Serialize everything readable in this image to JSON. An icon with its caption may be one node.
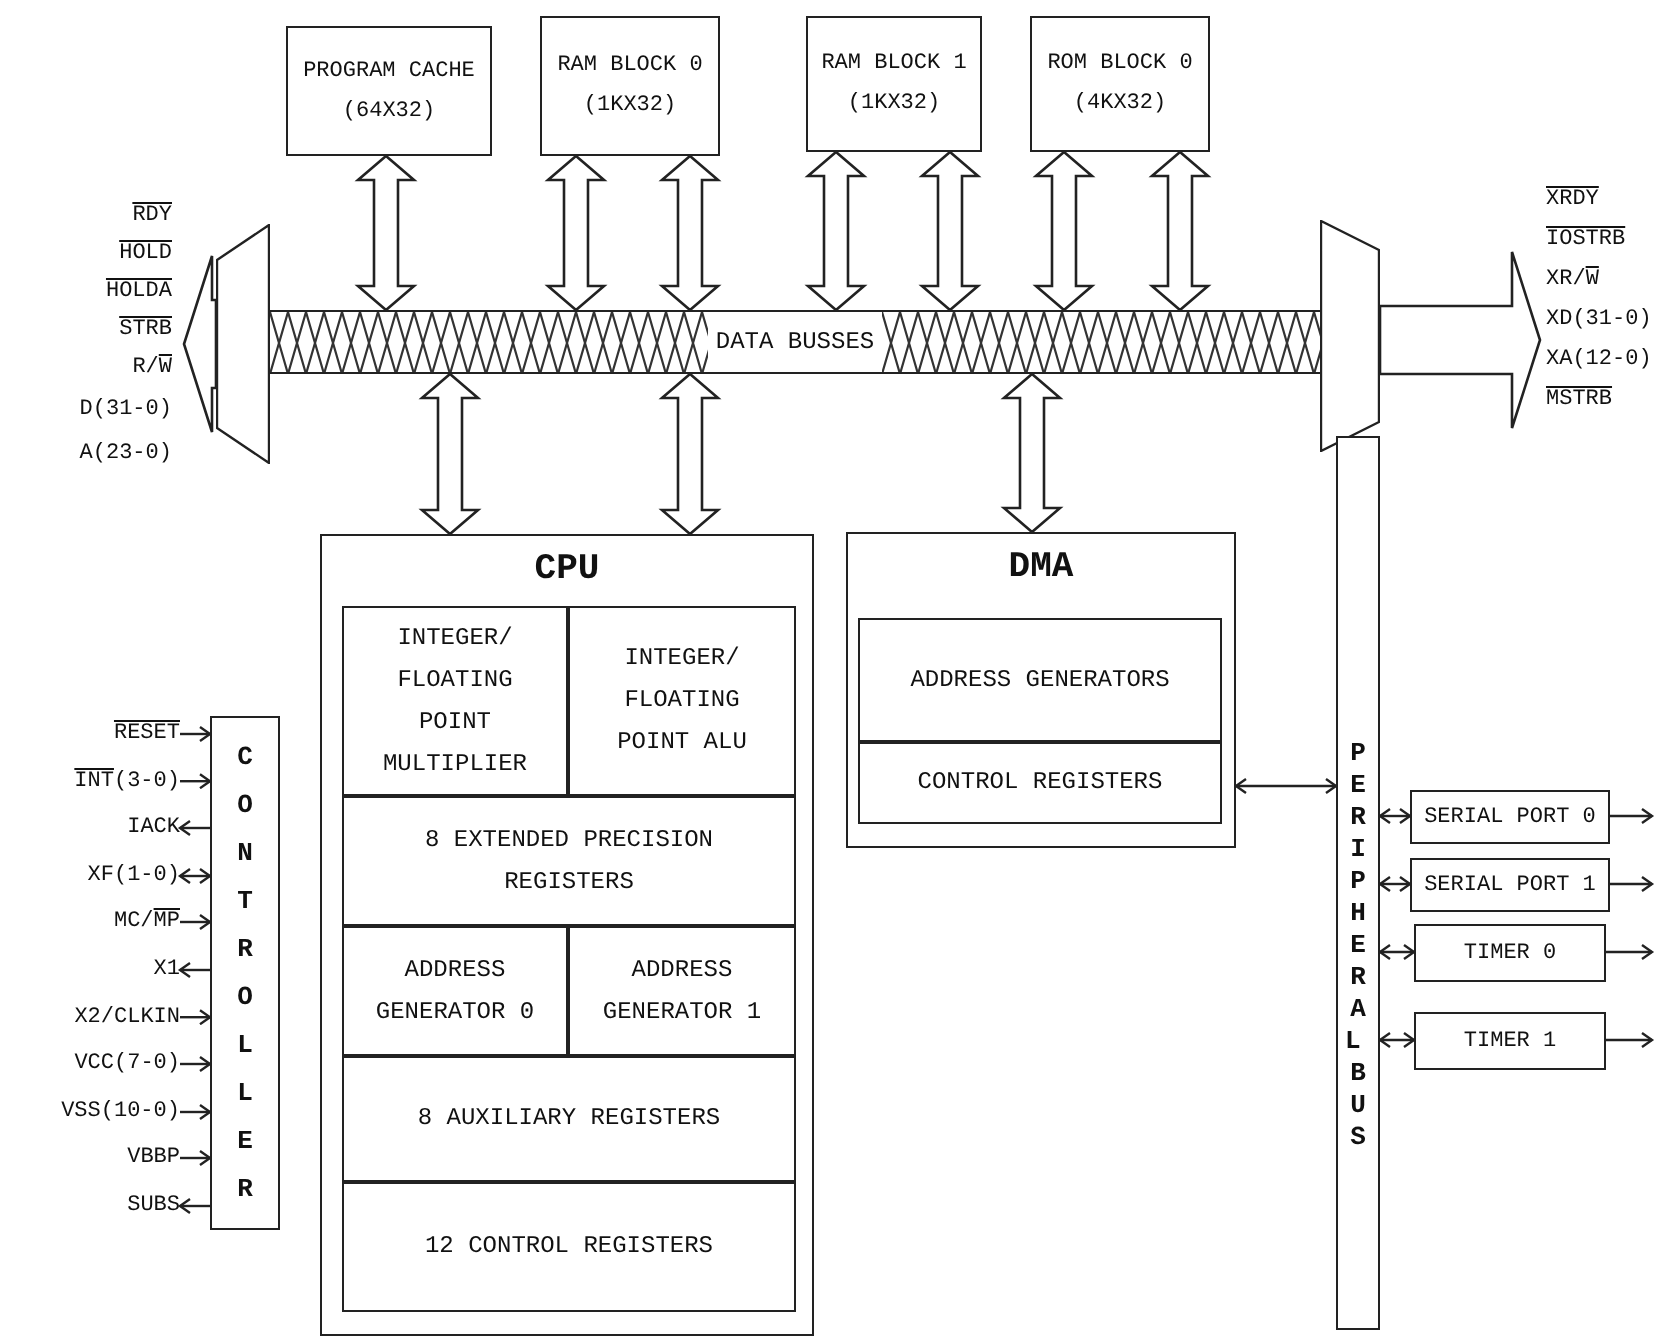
{
  "diagram": {
    "nodes": [
      {
        "text": [
          "PROGRAM CACHE (64X32)"
        ]
      },
      {
        "text": [
          "RAM BLOCK 0 (1KX32)"
        ]
      },
      {
        "text": [
          "RAM BLOCK 1 (1KX32)"
        ]
      },
      {
        "text": [
          "ROM BLOCK 0 (4KX32)"
        ]
      },
      {
        "text": [
          "DATA BUSSES"
        ]
      },
      {
        "text": [],
        "shape": "trapezoid"
      },
      {
        "text": [],
        "shape": "trapezoid"
      },
      {
        "text": [
          "CPU"
        ]
      },
      {
        "text": [
          "INTEGER/ FLOATING POINT MULTIPLIER"
        ],
        "in": 7
      },
      {
        "text": [
          "INTEGER/ FLOATING POINT ALU"
        ],
        "in": 7
      },
      {
        "text": [
          "8 EXTENDED PRECISION REGISTERS"
        ],
        "in": 7
      },
      {
        "text": [
          "ADDRESS GENERATOR 0"
        ],
        "in": 7
      },
      {
        "text": [
          "ADDRESS GENERATOR 1"
        ],
        "in": 7
      },
      {
        "text": [
          "8 AUXILIARY REGISTERS"
        ],
        "in": 7
      },
      {
        "text": [
          "12 CONTROL REGISTERS"
        ],
        "in": 7
      },
      {
        "text": [
          "DMA"
        ]
      },
      {
        "text": [
          "ADDRESS GENERATORS"
        ],
        "in": 15
      },
      {
        "text": [
          "CONTROL REGISTERS"
        ],
        "in": 15
      },
      {
        "text": [
          "PERIPHERAL BUS"
        ]
      },
      {
        "text": [
          "SERIAL PORT 0"
        ]
      },
      {
        "text": [
          "SERIAL PORT 1"
        ]
      },
      {
        "text": [
          "TIMER 0"
        ]
      },
      {
        "text": [
          "TIMER 1"
        ]
      },
      {
        "text": [
          "CONTROLLER"
        ]
      },
      {
        "text": [
          "RESET"
        ]
      },
      {
        "text": [
          "INT(3-0)"
        ]
      },
      {
        "text": [
          "IACK"
        ]
      },
      {
        "text": [
          "XF(1-0)"
        ]
      },
      {
        "text": [
          "MC/MP"
        ]
      },
      {
        "text": [
          "X1"
        ]
      },
      {
        "text": [
          "X2/CLKIN"
        ]
      },
      {
        "text": [
          "VCC(7-0)"
        ]
      },
      {
        "text": [
          "VSS(10-0)"
        ]
      },
      {
        "text": [
          "VBBP"
        ]
      },
      {
        "text": [
          "SUBS"
        ]
      }
    ],
    "edges": [
      {
        "from": 0,
        "to": 4,
        "arrow": "both",
        "style": "thick"
      },
      {
        "from": 1,
        "to": 4,
        "arrow": "both",
        "style": "thick"
      },
      {
        "from": 1,
        "to": 4,
        "arrow": "both",
        "style": "thick"
      },
      {
        "from": 2,
        "to": 4,
        "arrow": "both",
        "style": "thick"
      },
      {
        "from": 2,
        "to": 4,
        "arrow": "both",
        "style": "thick"
      },
      {
        "from": 3,
        "to": 4,
        "arrow": "both",
        "style": "thick"
      },
      {
        "from": 3,
        "to": 4,
        "arrow": "both",
        "style": "thick"
      },
      {
        "from": 4,
        "to": 7,
        "arrow": "both",
        "style": "thick"
      },
      {
        "from": 4,
        "to": 7,
        "arrow": "both",
        "style": "thick"
      },
      {
        "from": 4,
        "to": 15,
        "arrow": "both",
        "style": "thick"
      },
      {
        "from": 5,
        "to": null,
        "arrow": "to",
        "style": "thick"
      },
      {
        "from": 6,
        "to": null,
        "arrow": "to",
        "style": "thick"
      },
      {
        "from": 15,
        "to": 18,
        "arrow": "both"
      },
      {
        "from": 19,
        "to": 18,
        "arrow": "both"
      },
      {
        "from": 20,
        "to": 18,
        "arrow": "both"
      },
      {
        "from": 21,
        "to": 18,
        "arrow": "both"
      },
      {
        "from": 22,
        "to": 18,
        "arrow": "both"
      },
      {
        "from": 19,
        "to": null,
        "arrow": "to"
      },
      {
        "from": 20,
        "to": null,
        "arrow": "to"
      },
      {
        "from": 21,
        "to": null,
        "arrow": "to"
      },
      {
        "from": 22,
        "to": null,
        "arrow": "to"
      },
      {
        "from": 24,
        "to": 23,
        "arrow": "to"
      },
      {
        "from": 25,
        "to": 23,
        "arrow": "to"
      },
      {
        "from": 23,
        "to": 26,
        "arrow": "to"
      },
      {
        "from": 27,
        "to": 23,
        "arrow": "both"
      },
      {
        "from": 28,
        "to": 23,
        "arrow": "to"
      },
      {
        "from": 23,
        "to": 29,
        "arrow": "to"
      },
      {
        "from": 30,
        "to": 23,
        "arrow": "to"
      },
      {
        "from": 31,
        "to": 23,
        "arrow": "to"
      },
      {
        "from": 32,
        "to": 23,
        "arrow": "to"
      },
      {
        "from": 33,
        "to": 23,
        "arrow": "to"
      },
      {
        "from": 23,
        "to": 34,
        "arrow": "to"
      }
    ],
    "labels": [
      "RDY",
      "HOLD",
      "HOLDA",
      "STRB",
      "R/W",
      "D(31-0)",
      "A(23-0)",
      "XRDY",
      "IOSTRB",
      "XR/W",
      "XD(31-0)",
      "XA(12-0)",
      "MSTRB"
    ]
  }
}
